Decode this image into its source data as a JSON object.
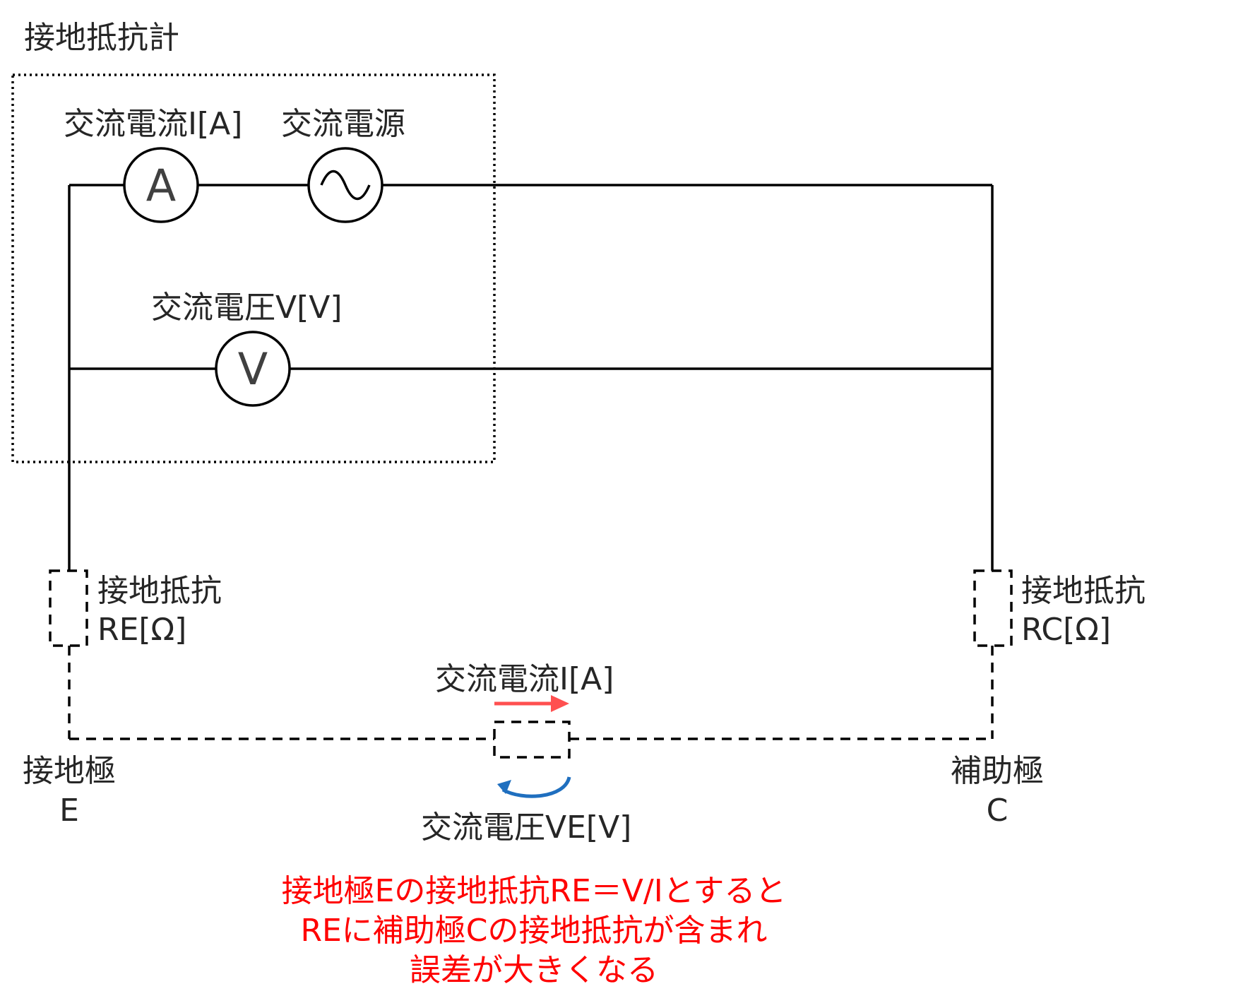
{
  "meter": {
    "title": "接地抵抗計"
  },
  "ammeter": {
    "label": "交流電流I[A]",
    "symbol": "A"
  },
  "source": {
    "label": "交流電源"
  },
  "voltmeter": {
    "label": "交流電圧V[V]",
    "symbol": "V"
  },
  "re": {
    "line1": "接地抵抗",
    "line2": "RE[Ω]"
  },
  "rc": {
    "line1": "接地抵抗",
    "line2": "RC[Ω]"
  },
  "electrode_e": {
    "line1": "接地極",
    "line2": "E"
  },
  "electrode_c": {
    "line1": "補助極",
    "line2": "C"
  },
  "ground": {
    "current_label": "交流電流I[A]",
    "voltage_label": "交流電圧VE[V]"
  },
  "note": {
    "lines": [
      "接地極Eの接地抵抗RE＝V/Iとすると",
      "REに補助極Cの接地抵抗が含まれ",
      "誤差が大きくなる"
    ]
  },
  "colors": {
    "note": "#ff0000",
    "current_arrow": "#ff5050",
    "voltage_arrow": "#1f6fbf"
  }
}
